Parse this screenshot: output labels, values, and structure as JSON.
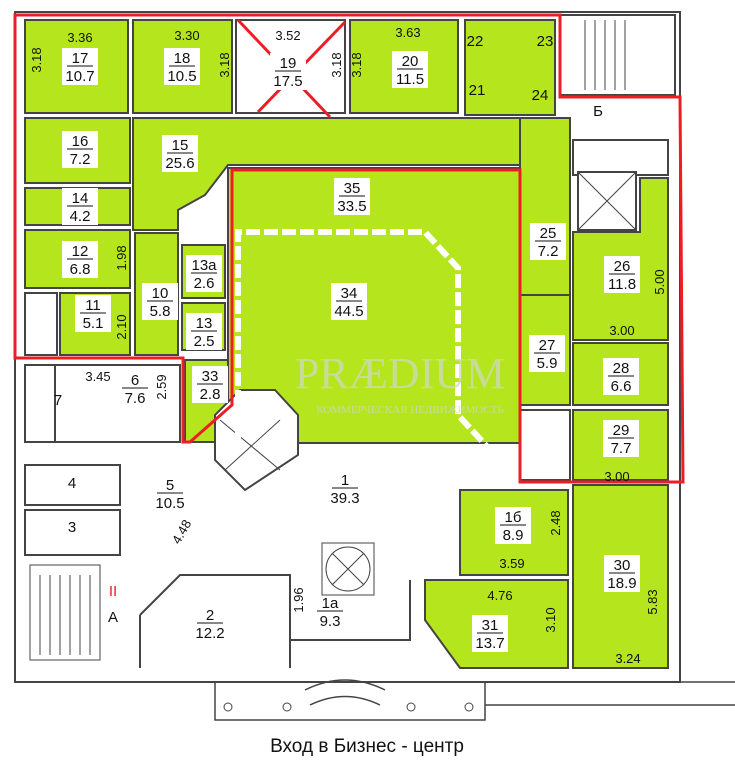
{
  "plan": {
    "caption": "Вход в Бизнес - центр",
    "watermark": {
      "brand": "PRÆDIUM",
      "tagline": "КОММЕРЧЕСКАЯ НЕДВИЖИМОСТЬ"
    },
    "colors": {
      "available": "#b5e61d",
      "highlight": "#ee1c24",
      "wall": "#444444"
    },
    "rooms": [
      {
        "number": "17",
        "area": "10.7"
      },
      {
        "number": "18",
        "area": "10.5"
      },
      {
        "number": "19",
        "area": "17.5",
        "status": "crossed-out"
      },
      {
        "number": "20",
        "area": "11.5"
      },
      {
        "number": "16",
        "area": "7.2"
      },
      {
        "number": "15",
        "area": "25.6"
      },
      {
        "number": "14",
        "area": "4.2"
      },
      {
        "number": "12",
        "area": "6.8"
      },
      {
        "number": "11",
        "area": "5.1"
      },
      {
        "number": "10",
        "area": "5.8"
      },
      {
        "number": "13а",
        "area": "2.6"
      },
      {
        "number": "13",
        "area": "2.5"
      },
      {
        "number": "35",
        "area": "33.5"
      },
      {
        "number": "34",
        "area": "44.5"
      },
      {
        "number": "25",
        "area": "7.2"
      },
      {
        "number": "26",
        "area": "11.8"
      },
      {
        "number": "27",
        "area": "5.9"
      },
      {
        "number": "28",
        "area": "6.6"
      },
      {
        "number": "29",
        "area": "7.7"
      },
      {
        "number": "6",
        "area": "7.6"
      },
      {
        "number": "33",
        "area": "2.8"
      },
      {
        "number": "5",
        "area": "10.5"
      },
      {
        "number": "1",
        "area": "39.3"
      },
      {
        "number": "1б",
        "area": "8.9"
      },
      {
        "number": "30",
        "area": "18.9"
      },
      {
        "number": "2",
        "area": "12.2"
      },
      {
        "number": "1а",
        "area": "9.3"
      },
      {
        "number": "31",
        "area": "13.7"
      }
    ],
    "small_labels": [
      "22",
      "23",
      "21",
      "24",
      "Б",
      "7",
      "4",
      "3",
      "II",
      "А"
    ],
    "dimensions": [
      "3.36",
      "3.18",
      "3.30",
      "3.18",
      "3.52",
      "3.18",
      "3.18",
      "3.63",
      "1.98",
      "2.10",
      "5.00",
      "3.00",
      "3.00",
      "3.45",
      "2.59",
      "4.48",
      "3.59",
      "2.48",
      "4.76",
      "3.10",
      "5.83",
      "3.24",
      "1.96"
    ]
  }
}
